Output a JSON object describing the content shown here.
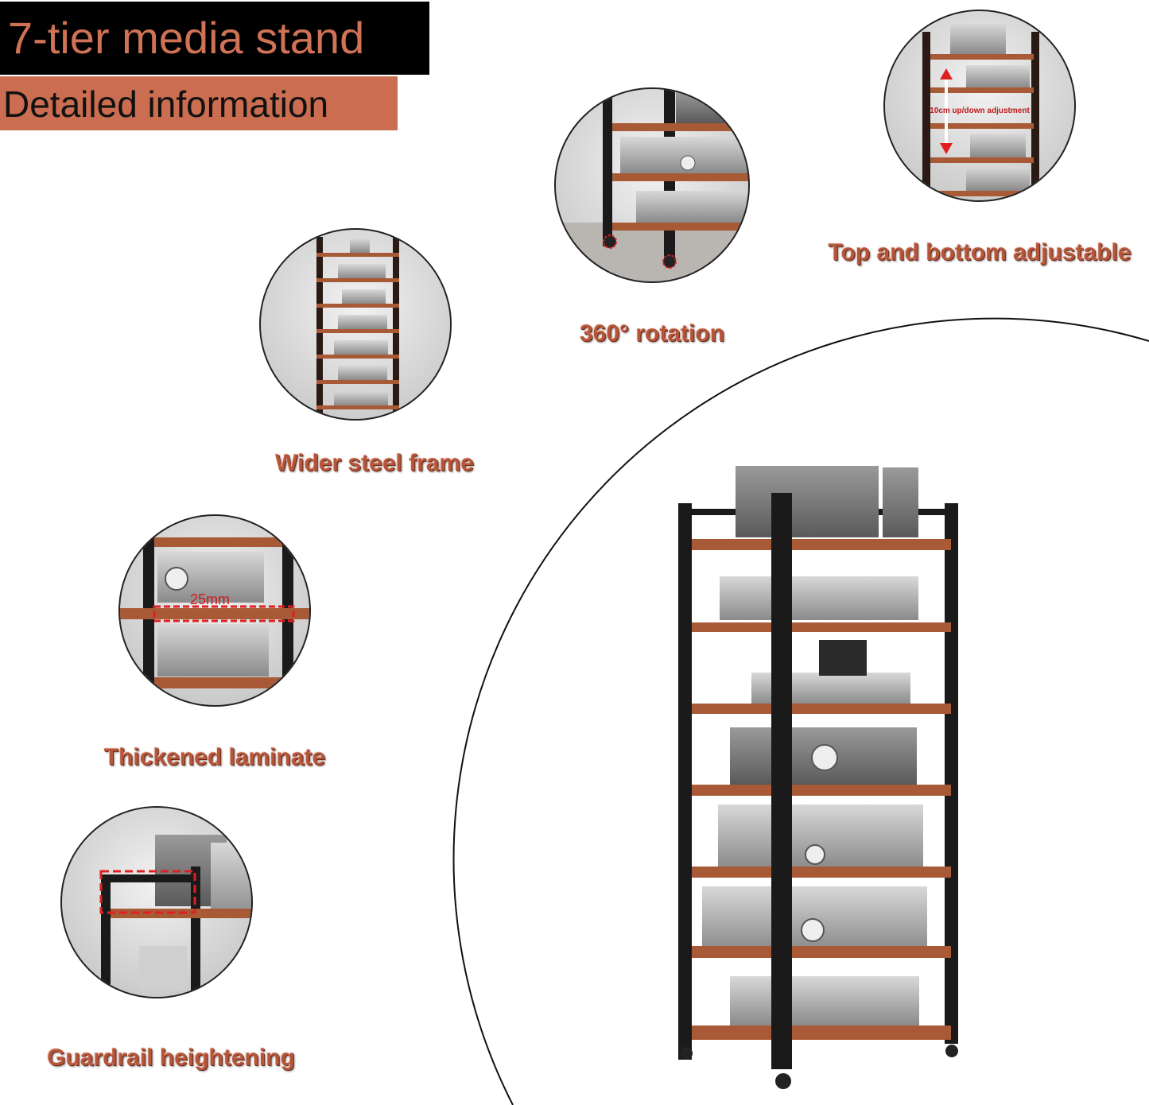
{
  "header": {
    "title": "7-tier media stand",
    "subtitle": "Detailed information"
  },
  "features": [
    {
      "label": "Wider steel frame"
    },
    {
      "label": "360° rotation"
    },
    {
      "label": "Top and bottom adjustable",
      "annotation": "10cm up/down adjustment"
    },
    {
      "label": "Thickened laminate",
      "annotation": "25mm"
    },
    {
      "label": "Guardrail heightening"
    }
  ],
  "colors": {
    "accent": "#cb6d50",
    "label": "#b5553a",
    "frame": "#1a1a1a",
    "wood": "#a85a36",
    "highlight": "#e02020"
  }
}
